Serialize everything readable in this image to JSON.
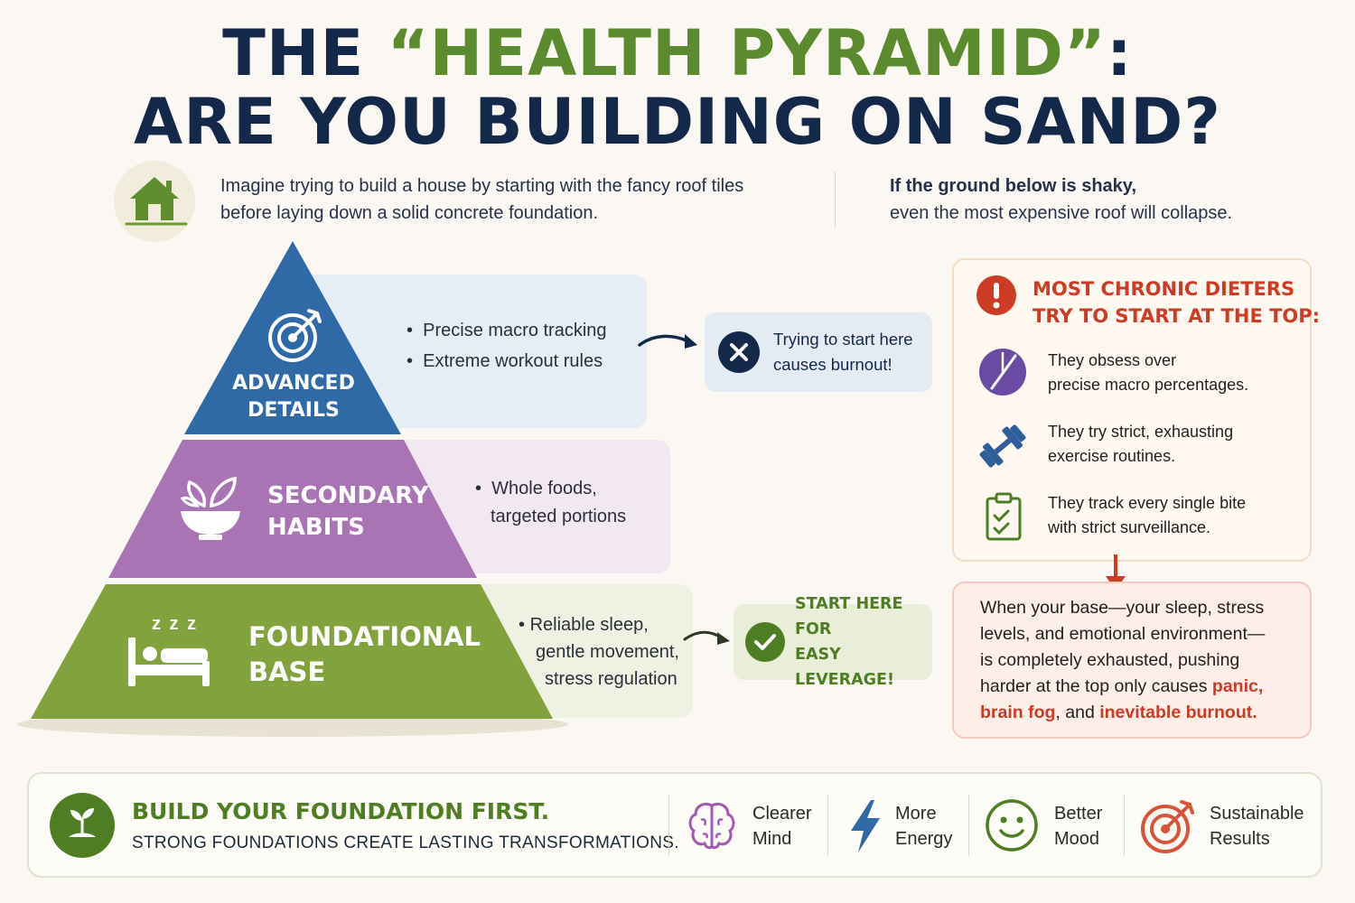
{
  "title": {
    "line1_prefix": "THE ",
    "line1_highlight": "“HEALTH PYRAMID”",
    "line1_suffix": ":",
    "line2": "ARE YOU BUILDING ON SAND?"
  },
  "intro": {
    "left_line1": "Imagine trying to build a house by starting with the fancy roof tiles",
    "left_line2": "before laying down a solid concrete foundation.",
    "right_line1": "If the ground below is shaky,",
    "right_line2": "even the most expensive roof will collapse."
  },
  "pyramid": {
    "top": {
      "label_line1": "ADVANCED",
      "label_line2": "DETAILS",
      "bullets": [
        "Precise macro tracking",
        "Extreme workout rules"
      ],
      "color": "#2f6aa6"
    },
    "middle": {
      "label_line1": "SECONDARY",
      "label_line2": "HABITS",
      "bullet_line1": "Whole foods,",
      "bullet_line2": "targeted portions",
      "color": "#a874b4"
    },
    "base": {
      "label_line1": "FOUNDATIONAL",
      "label_line2": "BASE",
      "bullet_line1": "Reliable sleep,",
      "bullet_line2": "gentle movement,",
      "bullet_line3": "stress regulation",
      "zzz": "z z z",
      "color": "#82a23e"
    }
  },
  "callouts": {
    "burnout_line1": "Trying to start here",
    "burnout_line2": "causes burnout!",
    "leverage_line1": "START HERE FOR",
    "leverage_line2": "EASY LEVERAGE!"
  },
  "warning": {
    "title_line1": "MOST CHRONIC DIETERS",
    "title_line2": "TRY TO START AT THE TOP:",
    "items": [
      {
        "line1": "They obsess over",
        "line2": "precise macro percentages.",
        "icon": "slash-circle-icon"
      },
      {
        "line1": "They try strict, exhausting",
        "line2": "exercise routines.",
        "icon": "dumbbell-icon"
      },
      {
        "line1": "They track every single bite",
        "line2": "with strict surveillance.",
        "icon": "clipboard-check-icon"
      }
    ]
  },
  "result": {
    "line1": "When your base—your sleep, stress",
    "line2": "levels, and emotional environment—",
    "line3": "is completely exhausted, pushing",
    "line4_prefix": "harder at the top only causes ",
    "line4_red": "panic,",
    "line5_red1": "brain fog",
    "line5_mid": ", and ",
    "line5_red2": "inevitable burnout."
  },
  "footer": {
    "title": "BUILD YOUR FOUNDATION FIRST.",
    "subtitle": "STRONG FOUNDATIONS CREATE LASTING TRANSFORMATIONS.",
    "benefits": [
      {
        "line1": "Clearer",
        "line2": "Mind",
        "icon": "brain-icon"
      },
      {
        "line1": "More",
        "line2": "Energy",
        "icon": "lightning-icon"
      },
      {
        "line1": "Better",
        "line2": "Mood",
        "icon": "smiley-icon"
      },
      {
        "line1": "Sustainable",
        "line2": "Results",
        "icon": "target-icon"
      }
    ]
  }
}
